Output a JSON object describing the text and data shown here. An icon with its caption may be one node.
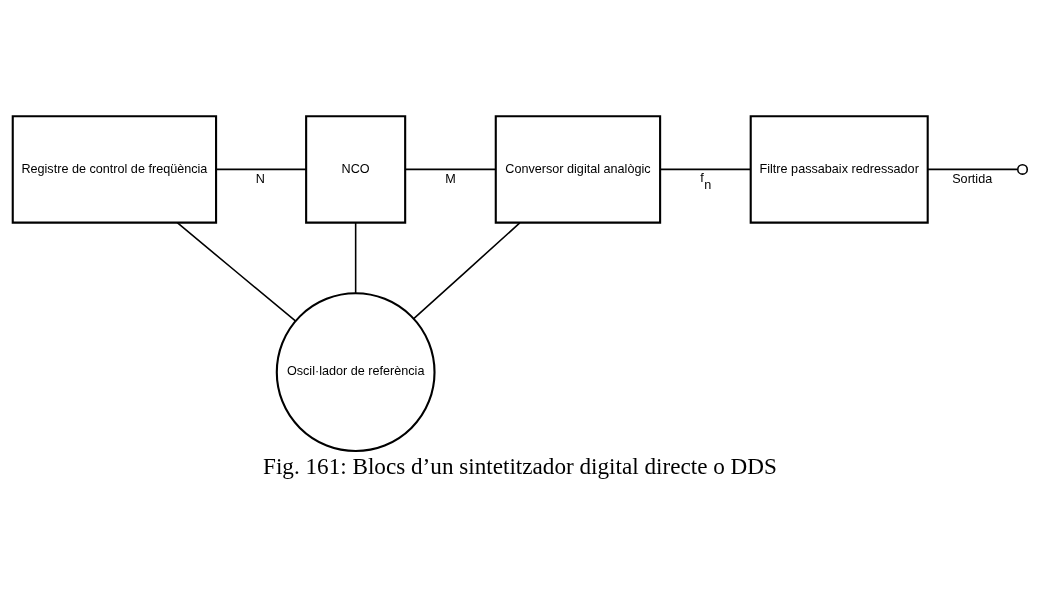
{
  "diagram": {
    "caption": "Fig. 161: Blocs d’un sintetitzador digital directe o DDS",
    "nodes": [
      {
        "text": [
          "Registre de control de freqüència"
        ]
      },
      {
        "text": [
          "NCO"
        ]
      },
      {
        "text": [
          "Conversor digital analògic"
        ]
      },
      {
        "text": [
          "Filtre passabaix redressador"
        ]
      },
      {
        "text": [
          "Oscil·lador de referència"
        ]
      },
      {
        "text": [],
        "shape": "circle"
      }
    ],
    "edges": [
      {
        "from": 0,
        "to": 1,
        "arrow": "none",
        "label": "N"
      },
      {
        "from": 1,
        "to": 2,
        "arrow": "none",
        "label": "M"
      },
      {
        "from": 2,
        "to": 3,
        "arrow": "none",
        "label": "f$_{n}$"
      },
      {
        "from": 3,
        "to": 5,
        "arrow": "none",
        "label": "Sortida"
      },
      {
        "from": 4,
        "to": 0,
        "arrow": "none"
      },
      {
        "from": 4,
        "to": 1,
        "arrow": "none"
      },
      {
        "from": 4,
        "to": 2,
        "arrow": "none"
      }
    ]
  }
}
